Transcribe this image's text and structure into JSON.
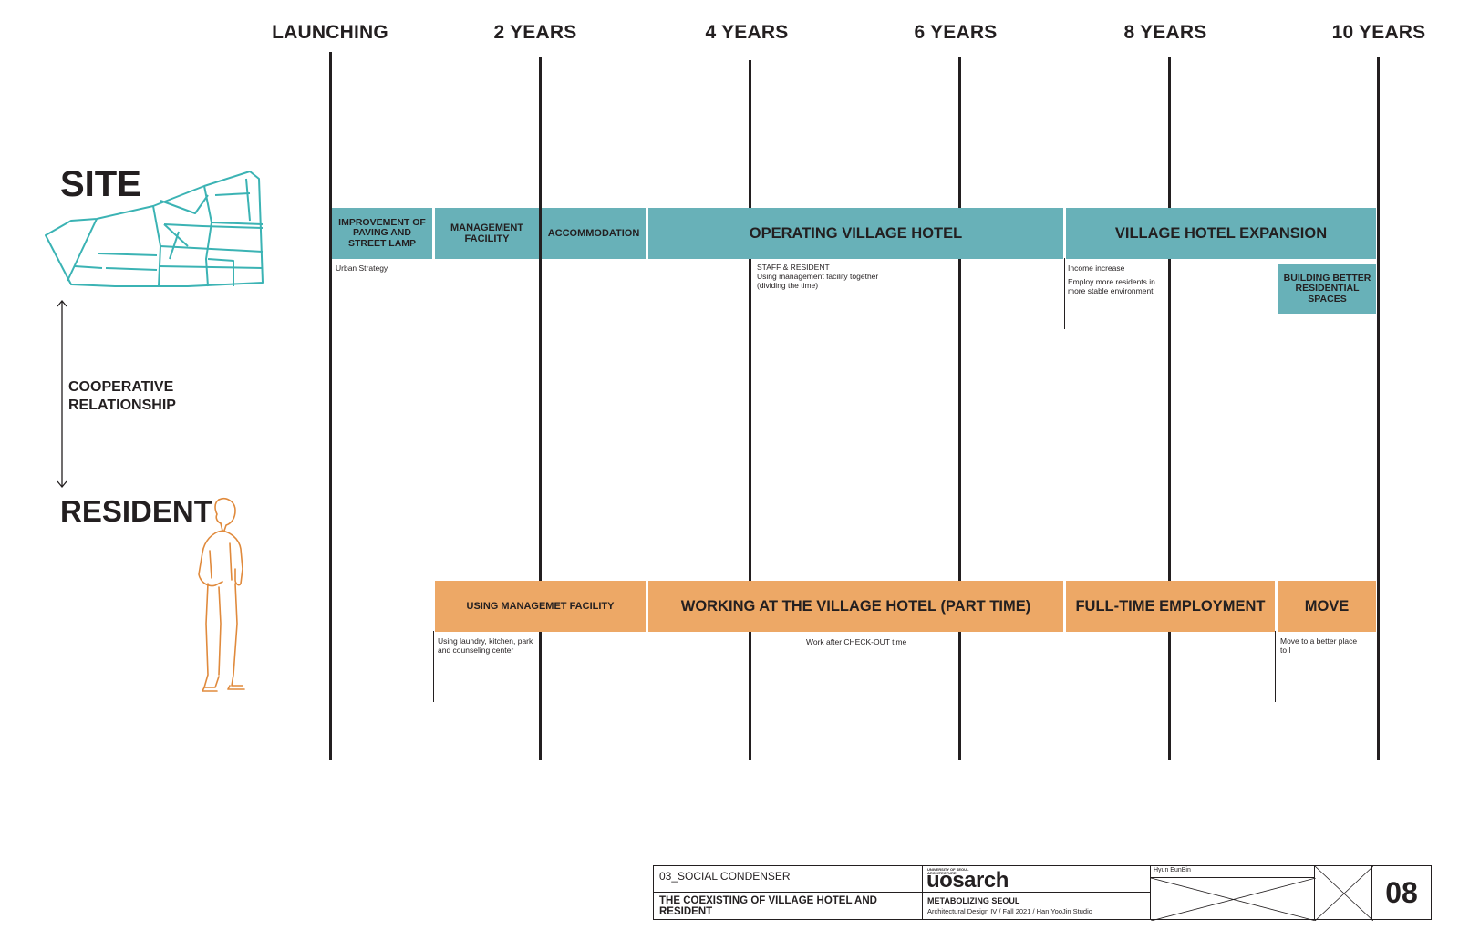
{
  "timeline": {
    "headers": [
      "LAUNCHING",
      "2 YEARS",
      "4 YEARS",
      "6 YEARS",
      "8 YEARS",
      "10 YEARS"
    ]
  },
  "left": {
    "site": "SITE",
    "resident": "RESIDENT",
    "relationship_line1": "COOPERATIVE",
    "relationship_line2": "RELATIONSHIP"
  },
  "site_bars": {
    "b1": [
      "IMPROVEMENT OF",
      "PAVING AND",
      "STREET LAMP"
    ],
    "b2": [
      "MANAGEMENT",
      "FACILITY"
    ],
    "b3": "ACCOMMODATION",
    "b4": "OPERATING VILLAGE HOTEL",
    "b5": "VILLAGE HOTEL EXPANSION",
    "b6": [
      "BUILDING BETTER",
      "RESIDENTIAL",
      "SPACES"
    ]
  },
  "site_notes": {
    "n1": "Urban Strategy",
    "n2": [
      "STAFF & RESIDENT",
      "Using management facility together",
      "(dividing the time)"
    ],
    "n3a": "Income increase",
    "n3b": [
      "Employ more residents in",
      "more stable environment"
    ]
  },
  "resident_bars": {
    "r1": "USING MANAGEMET FACILITY",
    "r2": "WORKING AT THE VILLAGE HOTEL (PART TIME)",
    "r3": "FULL-TIME EMPLOYMENT",
    "r4": "MOVE"
  },
  "resident_notes": {
    "n1": [
      "Using laundry, kitchen, park",
      "and counseling center"
    ],
    "n2": "Work after CHECK-OUT time",
    "n3": [
      "Move to a better place",
      "to l"
    ]
  },
  "title_block": {
    "section": "03_SOCIAL CONDENSER",
    "title_line1": "THE COEXISTING OF VILLAGE HOTEL AND",
    "title_line2": "RESIDENT",
    "logo_small_1": "UNIVERSITY OF SEOUL",
    "logo_small_2": "ARCHITECTURE",
    "logo": "uosarch",
    "project": "METABOLIZING SEOUL",
    "course": "Architectural Design IV / Fall 2021 / Han YooJin Studio",
    "author": "Hyun EunBin",
    "page_number": "08"
  },
  "colors": {
    "site_bar": "#68b1b8",
    "resident_bar": "#eda866",
    "site_outline": "#3bb3b4",
    "resident_figure": "#e08a3c",
    "line": "#231f20"
  }
}
